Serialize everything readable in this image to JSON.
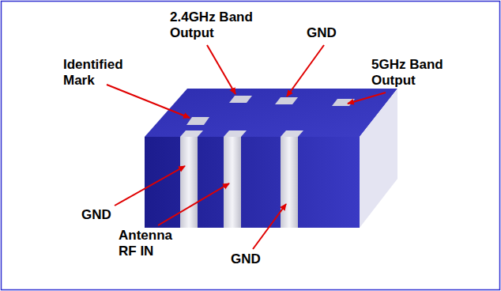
{
  "diagram": {
    "labels": [
      "2.4GHz Band Output",
      "GND",
      "5GHz Band Output",
      "Identified Mark",
      "GND",
      "Antenna RF IN",
      "GND"
    ]
  }
}
